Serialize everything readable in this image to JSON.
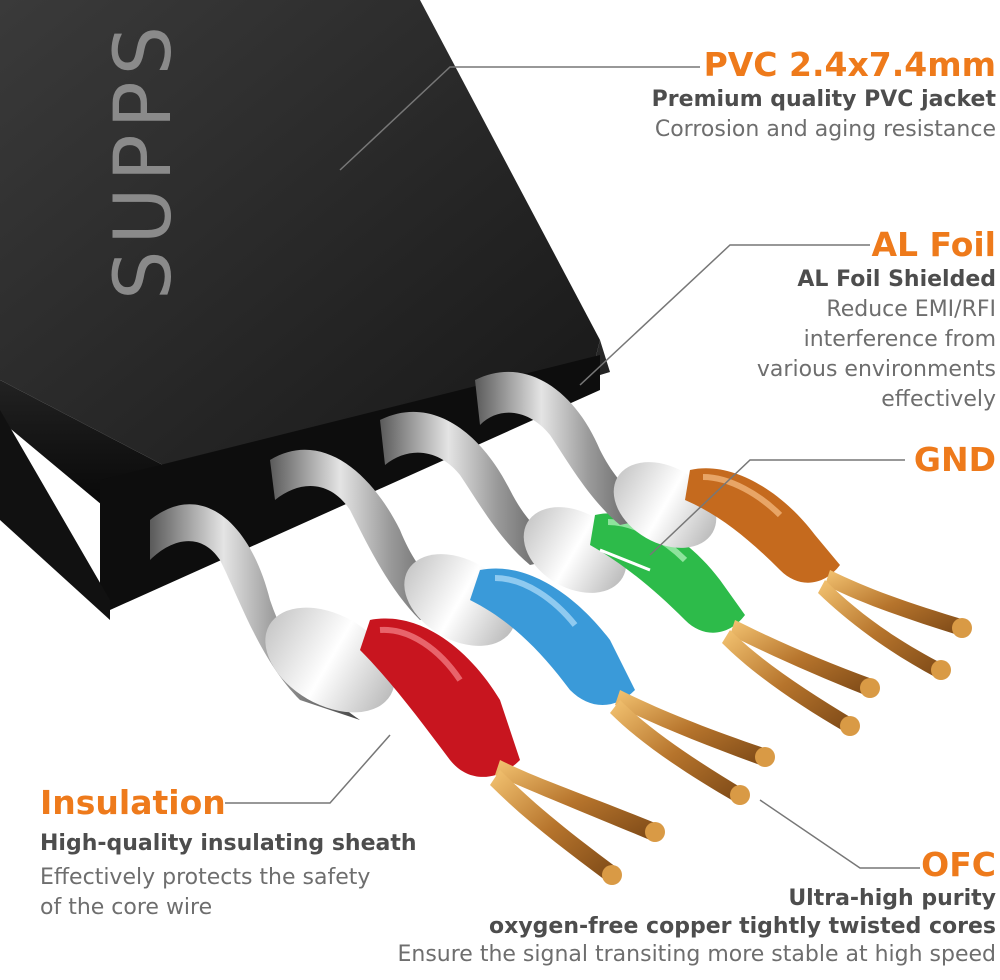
{
  "brand_logo": "SUPPS",
  "accent_color": "#ee7a1b",
  "callouts": {
    "pvc": {
      "title": "PVC 2.4x7.4mm",
      "subtitle": "Premium quality PVC jacket",
      "description": "Corrosion and aging resistance"
    },
    "foil": {
      "title": "AL Foil",
      "subtitle": "AL Foil Shielded",
      "description_lines": [
        "Reduce EMI/RFI",
        "interference from",
        "various environments",
        "effectively"
      ]
    },
    "gnd": {
      "title": "GND"
    },
    "insulation": {
      "title": "Insulation",
      "subtitle": "High-quality insulating sheath",
      "description_lines": [
        "Effectively protects the safety",
        "of the core wire"
      ]
    },
    "ofc": {
      "title": "OFC",
      "subtitle_lines": [
        "Ultra-high purity",
        "oxygen-free copper tightly twisted cores"
      ],
      "description": "Ensure the signal transiting more stable at high speed"
    }
  },
  "wire_pairs": [
    {
      "color_name": "red",
      "color": "#c8151f"
    },
    {
      "color_name": "blue",
      "color": "#3a9ad9"
    },
    {
      "color_name": "green",
      "color": "#2dbb4a"
    },
    {
      "color_name": "orange",
      "color": "#c56a1e"
    }
  ]
}
